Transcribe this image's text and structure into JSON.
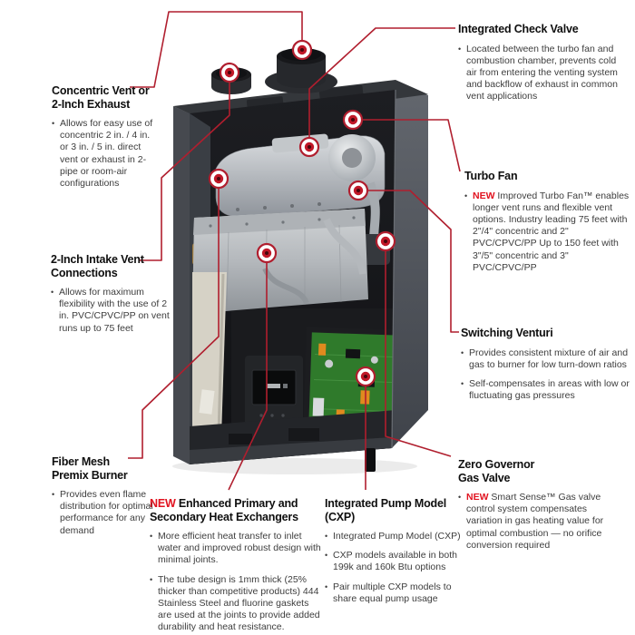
{
  "meta": {
    "background": "#ffffff",
    "line_red": "#b01e2e",
    "marker_red": "#c01828",
    "accent_new_red": "#e1121f",
    "heading_color": "#0f0f0f",
    "body_color": "#3d3d3d",
    "illustration": "tankless-water-heater-cutaway"
  },
  "callouts": [
    {
      "id": "concentric-exhaust",
      "title": [
        [
          {
            "t": "Concentric Vent or"
          }
        ],
        [
          {
            "t": "2-Inch Exhaust"
          }
        ]
      ],
      "bullets": [
        [
          {
            "t": "Allows for easy use of concentric 2 in. / 4 in. or 3 in. / 5 in. direct vent or exhaust in 2-pipe or room-air configurations"
          }
        ]
      ]
    },
    {
      "id": "check-valve",
      "title": [
        [
          {
            "t": "Integrated Check Valve"
          }
        ]
      ],
      "bullets": [
        [
          {
            "t": "Located between the turbo fan and combustion chamber, prevents cold air from entering the venting system and backflow of exhaust in common vent applications"
          }
        ]
      ]
    },
    {
      "id": "turbo-fan",
      "title": [
        [
          {
            "t": "Turbo Fan"
          }
        ]
      ],
      "bullets": [
        [
          {
            "t": "NEW",
            "accent": true
          },
          {
            "t": " Improved Turbo Fan™ enables longer vent runs and flexible vent options. Industry leading 75 feet with 2\"/4\" concentric and 2\" PVC/CPVC/PP Up to 150 feet with 3\"/5\" concentric and 3\" PVC/CPVC/PP"
          }
        ]
      ]
    },
    {
      "id": "intake-vent",
      "title": [
        [
          {
            "t": "2-Inch Intake Vent"
          }
        ],
        [
          {
            "t": "Connections"
          }
        ]
      ],
      "bullets": [
        [
          {
            "t": "Allows for maximum flexibility with the use of 2 in. PVC/CPVC/PP on vent runs up to 75 feet"
          }
        ]
      ]
    },
    {
      "id": "switching-venturi",
      "title": [
        [
          {
            "t": "Switching Venturi"
          }
        ]
      ],
      "bullets": [
        [
          {
            "t": "Provides consistent mixture of air and gas to burner for low turn-down ratios"
          }
        ],
        [
          {
            "t": "Self-compensates in areas with low or fluctuating gas pressures"
          }
        ]
      ]
    },
    {
      "id": "fiber-mesh",
      "title": [
        [
          {
            "t": "Fiber Mesh"
          }
        ],
        [
          {
            "t": "Premix Burner"
          }
        ]
      ],
      "bullets": [
        [
          {
            "t": "Provides even flame distribution for optimal performance for any demand"
          }
        ]
      ]
    },
    {
      "id": "zero-governor",
      "title": [
        [
          {
            "t": "Zero Governor"
          }
        ],
        [
          {
            "t": "Gas Valve"
          }
        ]
      ],
      "bullets": [
        [
          {
            "t": "NEW",
            "accent": true
          },
          {
            "t": " Smart Sense™ Gas valve control system compensates variation in gas heating value for optimal combustion — no orifice conversion required"
          }
        ]
      ]
    },
    {
      "id": "heat-exchangers",
      "title": [
        [
          {
            "t": "NEW",
            "accent": true
          },
          {
            "t": " Enhanced Primary and"
          }
        ],
        [
          {
            "t": "Secondary Heat Exchangers"
          }
        ]
      ],
      "bullets": [
        [
          {
            "t": "More efficient heat transfer to inlet water and improved robust design with minimal joints."
          }
        ],
        [
          {
            "t": "The tube design is 1mm thick (25% thicker than competitive products) 444 Stainless Steel and fluorine gaskets are used at the joints to provide added durability and heat resistance."
          }
        ]
      ]
    },
    {
      "id": "pump-model",
      "title": [
        [
          {
            "t": "Integrated Pump Model"
          }
        ],
        [
          {
            "t": "(CXP)"
          }
        ]
      ],
      "bullets": [
        [
          {
            "t": "Integrated Pump Model (CXP)"
          }
        ],
        [
          {
            "t": "CXP models available in both 199k and 160k Btu options"
          }
        ],
        [
          {
            "t": "Pair multiple CXP models to share equal pump usage"
          }
        ]
      ]
    }
  ]
}
